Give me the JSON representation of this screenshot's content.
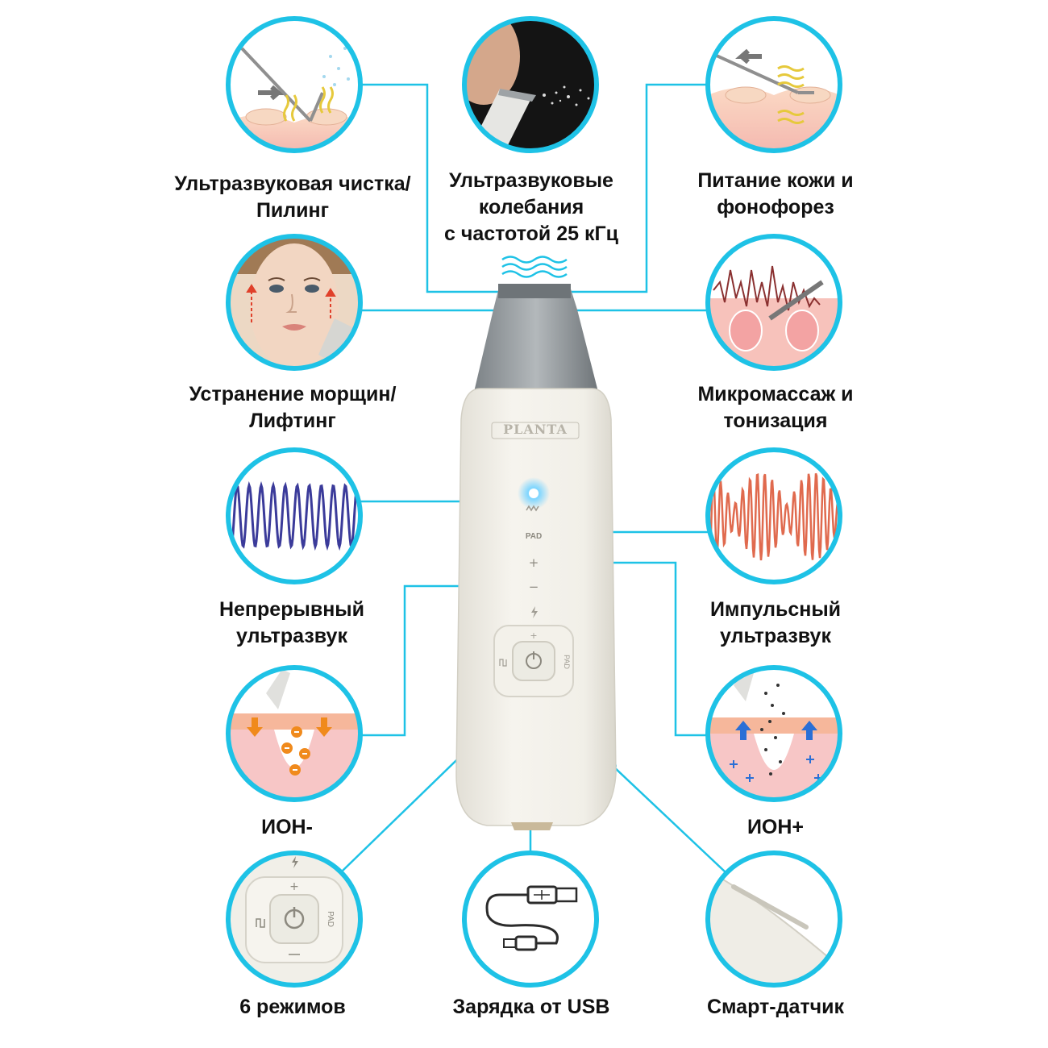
{
  "theme": {
    "accent": "#1ec2e6",
    "device_body": "#efede6",
    "device_head": "#8e9498",
    "led": "#5cc8ff",
    "text": "#111111"
  },
  "device": {
    "brand": "PLANTA",
    "pad_label": "PAD",
    "plus_symbol": "+",
    "minus_symbol": "−",
    "power_icon": "power-icon",
    "bolt_icon": "lightning-icon"
  },
  "features": [
    {
      "id": "ultrasonic-cleaning",
      "label": "Ультразвуковая чистка/\nПилинг",
      "icon": "scraper-cleaning-icon"
    },
    {
      "id": "ultrasonic-vibration",
      "label": "Ультразвуковые\nколебания\nс частотой 25 кГц",
      "icon": "mist-spray-icon"
    },
    {
      "id": "skin-nutrition",
      "label": "Питание кожи и\nфонофорез",
      "icon": "phonophoresis-icon"
    },
    {
      "id": "lifting",
      "label": "Устранение морщин/\nЛифтинг",
      "icon": "face-lifting-icon"
    },
    {
      "id": "micromassage",
      "label": "Микромассаж и\nтонизация",
      "icon": "skin-micromassage-icon"
    },
    {
      "id": "continuous-ultrasound",
      "label": "Непрерывный\nультразвук",
      "icon": "continuous-wave-icon"
    },
    {
      "id": "pulse-ultrasound",
      "label": "Импульсный\nультразвук",
      "icon": "pulse-wave-icon"
    },
    {
      "id": "ion-minus",
      "label": "ИОН-",
      "icon": "ion-minus-icon"
    },
    {
      "id": "ion-plus",
      "label": "ИОН+",
      "icon": "ion-plus-icon"
    },
    {
      "id": "six-modes",
      "label": "6 режимов",
      "icon": "control-panel-icon"
    },
    {
      "id": "usb-charging",
      "label": "Зарядка от USB",
      "icon": "usb-cable-icon"
    },
    {
      "id": "smart-sensor",
      "label": "Смарт-датчик",
      "icon": "smart-sensor-icon"
    }
  ],
  "vibration_wave_icon": "vibration-waves-icon"
}
